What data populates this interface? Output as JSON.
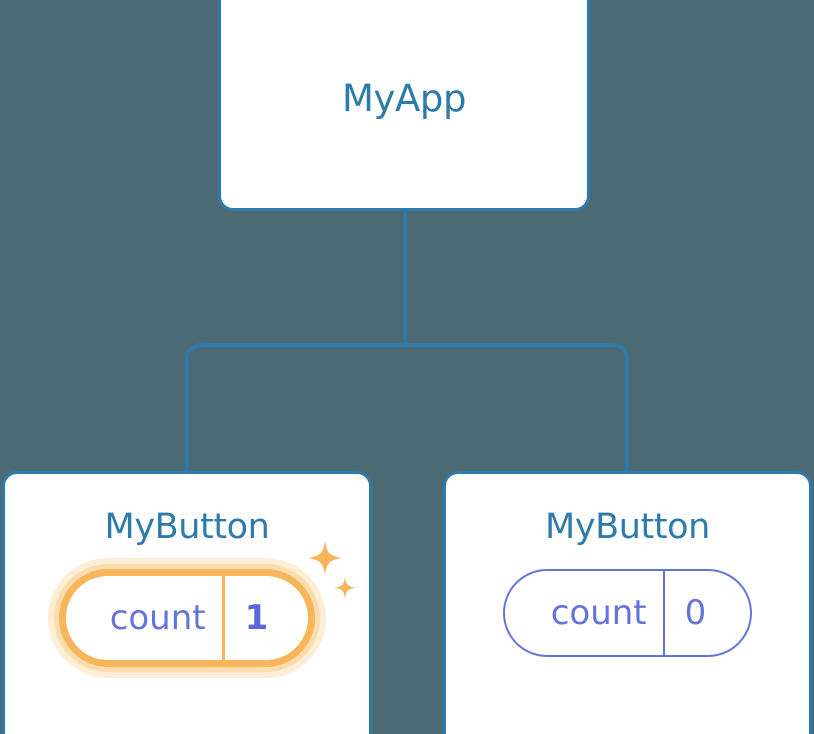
{
  "diagram": {
    "type": "component-tree",
    "background_color": "#4c6a73",
    "accent_color": "#2e7bab",
    "state_color": "#6573dd",
    "highlight_color": "#f7b55c",
    "root": {
      "title": "MyApp"
    },
    "children": [
      {
        "title": "MyButton",
        "state": {
          "key": "count",
          "value": "1"
        },
        "highlighted": true,
        "sparkle_icon": "sparkles-icon"
      },
      {
        "title": "MyButton",
        "state": {
          "key": "count",
          "value": "0"
        },
        "highlighted": false
      }
    ]
  }
}
